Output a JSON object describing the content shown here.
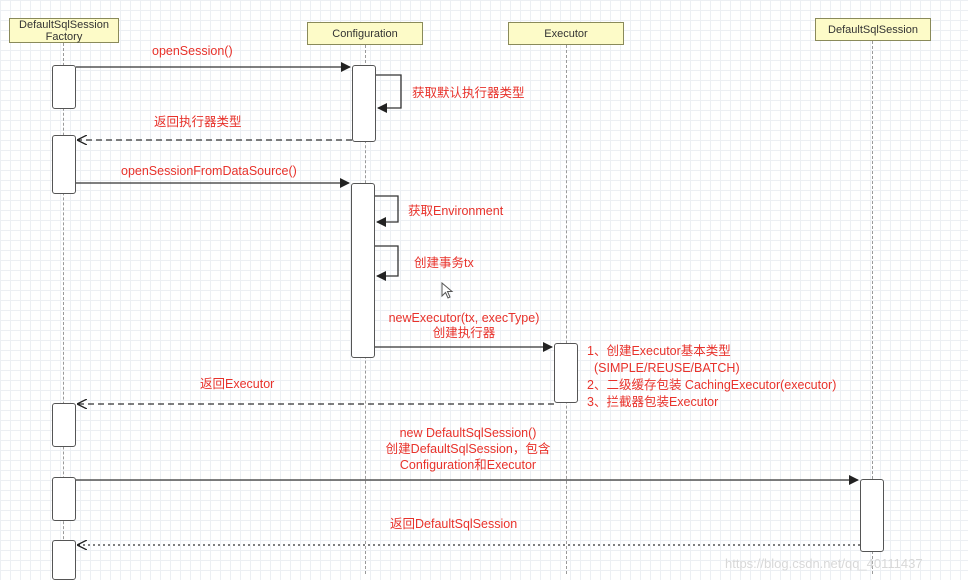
{
  "participants": {
    "factory": "DefaultSqlSession\nFactory",
    "configuration": "Configuration",
    "executor": "Executor",
    "session": "DefaultSqlSession"
  },
  "messages": {
    "open_session": "openSession()",
    "get_default_executor_type": "获取默认执行器类型",
    "return_executor_type": "返回执行器类型",
    "open_session_from_datasource": "openSessionFromDataSource()",
    "get_environment": "获取Environment",
    "create_tx": "创建事务tx",
    "new_executor_line1": "newExecutor(tx, execType)",
    "new_executor_line2": "创建执行器",
    "executor_note_1": "1、创建Executor基本类型",
    "executor_note_2": "(SIMPLE/REUSE/BATCH)",
    "executor_note_3": "2、二级缓存包装 CachingExecutor(executor)",
    "executor_note_4": "3、拦截器包装Executor",
    "return_executor": "返回Executor",
    "new_session_line1": "new DefaultSqlSession()",
    "new_session_line2": "创建DefaultSqlSession，包含",
    "new_session_line3": "Configuration和Executor",
    "return_session": "返回DefaultSqlSession"
  },
  "watermark": "https://blog.csdn.net/qq_40111437",
  "colors": {
    "participant_fill": "#fdfbc8",
    "message_text": "#e8322b",
    "lines": "#333333"
  }
}
